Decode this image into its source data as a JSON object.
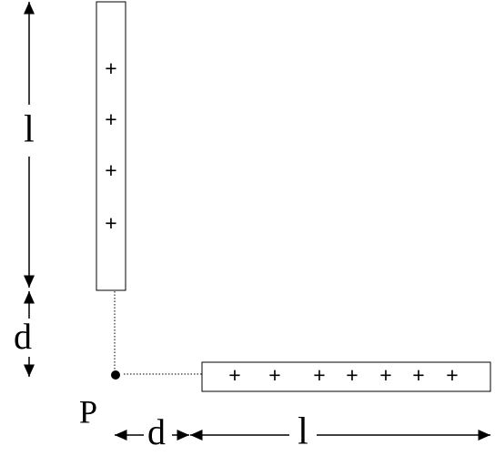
{
  "labels": {
    "vertical_length": "l",
    "vertical_gap": "d",
    "point": "P",
    "horizontal_gap": "d",
    "horizontal_length": "l"
  },
  "rods": {
    "vertical_charge_symbols": [
      "+",
      "+",
      "+",
      "+"
    ],
    "horizontal_charge_symbols": [
      "+",
      "+",
      "+",
      "+",
      "+",
      "+",
      "+"
    ]
  },
  "colors": {
    "stroke": "#000000",
    "background": "#ffffff"
  }
}
